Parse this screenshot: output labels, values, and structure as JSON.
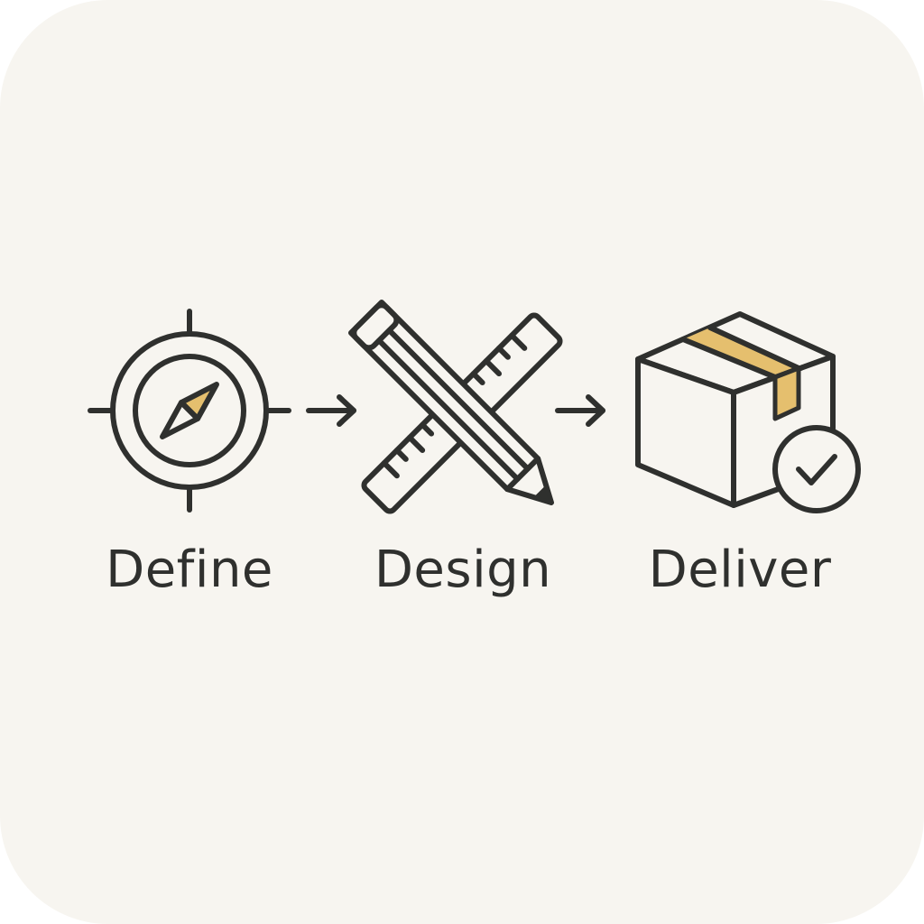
{
  "colors": {
    "background": "#f7f5f0",
    "ink": "#2f302e",
    "accent": "#e5bf6e"
  },
  "steps": [
    {
      "label": "Define",
      "icon": "compass-icon"
    },
    {
      "label": "Design",
      "icon": "pencil-ruler-icon"
    },
    {
      "label": "Deliver",
      "icon": "package-check-icon"
    }
  ],
  "connectors": [
    {
      "icon": "arrow-right-icon"
    },
    {
      "icon": "arrow-right-icon"
    }
  ]
}
